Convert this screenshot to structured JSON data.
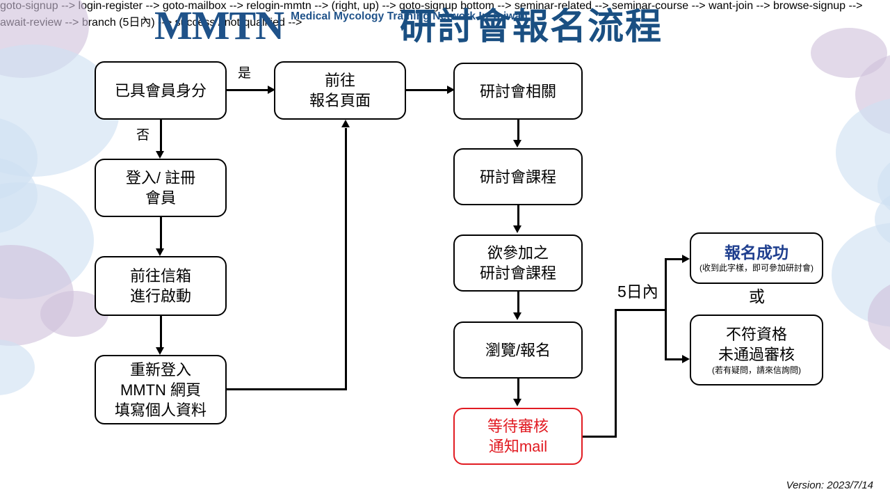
{
  "header": {
    "logo_mark": "MMTN",
    "logo_subtitle": "Medical Mycology\nTraining Network\nIn Taiwan",
    "title": "研討會報名流程",
    "brand_color": "#1f5289",
    "title_color": "#1a4f82"
  },
  "footer": {
    "version": "Version: 2023/7/14"
  },
  "flow": {
    "nodes": [
      {
        "id": "member-status",
        "label": "已具會員身分"
      },
      {
        "id": "goto-signup",
        "label": "前往\n報名頁面"
      },
      {
        "id": "seminar-related",
        "label": "研討會相關"
      },
      {
        "id": "login-register",
        "label": "登入/ 註冊\n會員"
      },
      {
        "id": "seminar-course",
        "label": "研討會課程"
      },
      {
        "id": "goto-mailbox",
        "label": "前往信箱\n進行啟動"
      },
      {
        "id": "want-join",
        "label": "欲參加之\n研討會課程"
      },
      {
        "id": "relogin-mmtn",
        "label": "重新登入\nMMTN 網頁\n填寫個人資料"
      },
      {
        "id": "browse-signup",
        "label": "瀏覽/報名"
      },
      {
        "id": "await-review",
        "label": "等待審核\n通知mail",
        "color": "#e11b22"
      },
      {
        "id": "signup-success",
        "label": "報名成功",
        "note": "(收到此字樣，即可參加研討會)",
        "label_color": "#1f3f8f"
      },
      {
        "id": "not-qualified",
        "label": "不符資格\n未通過審核",
        "note": "(若有疑問，請來信詢問)"
      }
    ],
    "edge_labels": {
      "yes": "是",
      "no": "否",
      "within_five_days": "5日內",
      "or": "或"
    }
  }
}
